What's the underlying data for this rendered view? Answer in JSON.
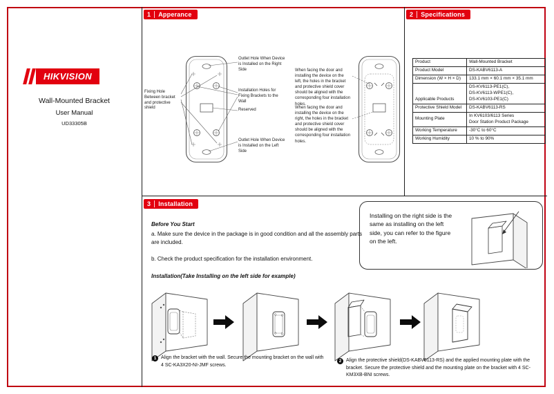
{
  "page": {
    "brand": "HIKVISION",
    "product": "Wall-Mounted Bracket",
    "doc_type": "User Manual",
    "doc_code": "UD33305B"
  },
  "sections": {
    "appearance": {
      "number": "1",
      "title": "Apperance"
    },
    "specifications": {
      "number": "2",
      "title": "Specifications"
    },
    "installation": {
      "number": "3",
      "title": "Installation"
    }
  },
  "appearance": {
    "callout_fixing_hole": "Fixing Hole Between bracket and protective shield",
    "callout_outlet_right": "Outlet Hole When Device is Installed on the Right Side",
    "callout_installation_holes": "Installation Holes for Fixing Brackets to the Wall",
    "callout_reserved": "Reserved",
    "callout_outlet_left": "Outlet Hole When Device is Installed on the Left Side",
    "note_install_left": "When facing the door and installing the device on the left, the holes in the bracket and protective shield cover should be aligned with the corresponding four installation holes.",
    "note_install_right": "When facing the door and installing the device on the right, the holes in the bracket and protective shield cover should be aligned with the corresponding four installation holes."
  },
  "specifications": {
    "rows": [
      {
        "label": "Product",
        "value": "Wall-Mounted Bracket"
      },
      {
        "label": "Product Model",
        "value": "DS-KABV6113-A"
      },
      {
        "label": "Dimension (W × H × D)",
        "value": "133.1 mm × 60.1 mm × 35.1 mm"
      },
      {
        "label": "Applicable Products",
        "value": [
          "DS-KV6113-PE1(C),",
          "DS-KV6113-WPE1(C),",
          "DS-KV6103-PE1(C)"
        ]
      },
      {
        "label": "Protective Shield Model",
        "value": "DS-KABV6113-RS"
      },
      {
        "label": "Mounting Plate",
        "value": [
          "In KV6103/6113 Series",
          "Door Station Product Package"
        ]
      },
      {
        "label": "Working Temperature",
        "value": "-30°C to 60°C"
      },
      {
        "label": "Working Humidity",
        "value": "10 % to 90%"
      }
    ]
  },
  "installation": {
    "before_title": "Before You Start",
    "before_items": [
      "a. Make sure the device in the package is in good condition and all the assembly parts are included.",
      "b. Check the product specification for the installation environment."
    ],
    "subtitle": "Installation(Take Installing on the left side for example)",
    "side_note": "Installing on the right side is the same as installing on the left side, you can refer to the figure on the left.",
    "steps": [
      {
        "number": "1",
        "text": "Align the bracket with the wall. Secure the mounting bracket on the wall with 4 SC-KA3X20-NI-JMF screws."
      },
      {
        "number": "2",
        "text": "Align the protective shield(DS-KABV6113-RS) and the applied mounting plate with the bracket. Secure the protective shield and the mounting plate on the bracket with 4 SC-KM3XB-BNI screws."
      }
    ]
  }
}
